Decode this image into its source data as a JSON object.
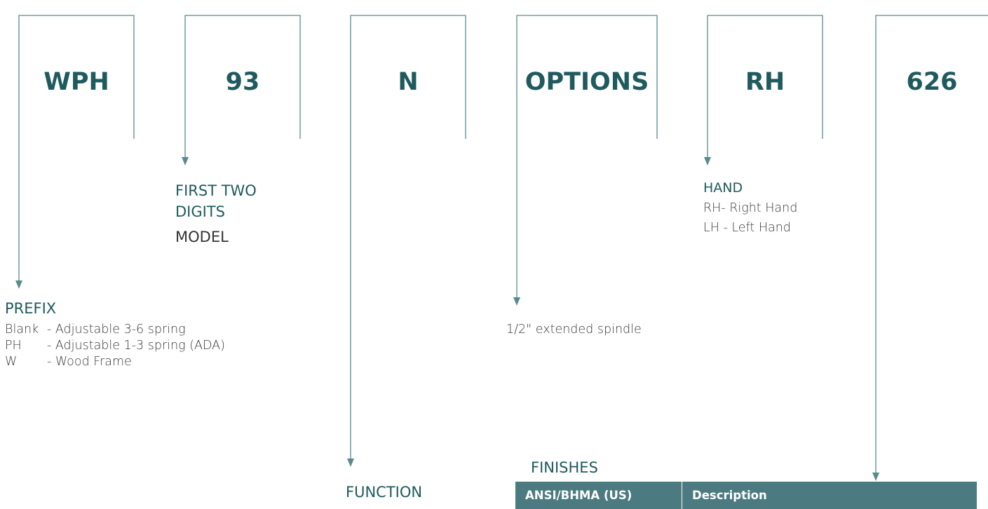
{
  "colors": {
    "heading": "#1e5a5e",
    "line": "#5b8a8e",
    "table_header_bg": "#4b7b80",
    "body_text": "#3a3a3a"
  },
  "codes": {
    "prefix": "WPH",
    "model": "93",
    "function": "N",
    "options": "OPTIONS",
    "hand": "RH",
    "finish": "626"
  },
  "prefix": {
    "heading": "PREFIX",
    "items": [
      {
        "code": "Blank",
        "desc": "- Adjustable 3-6 spring"
      },
      {
        "code": "PH",
        "desc": "- Adjustable 1-3 spring (ADA)"
      },
      {
        "code": "W",
        "desc": "- Wood Frame"
      }
    ]
  },
  "model": {
    "heading_line1": "FIRST TWO",
    "heading_line2": "DIGITS",
    "subheading": "MODEL"
  },
  "function": {
    "heading": "FUNCTION"
  },
  "options": {
    "items": [
      "1/2\" extended spindle"
    ]
  },
  "hand": {
    "heading": "HAND",
    "items": [
      "RH- Right Hand",
      "LH - Left Hand"
    ]
  },
  "finishes": {
    "heading": "FINISHES",
    "columns": [
      "ANSI/BHMA (US)",
      "Description"
    ]
  }
}
